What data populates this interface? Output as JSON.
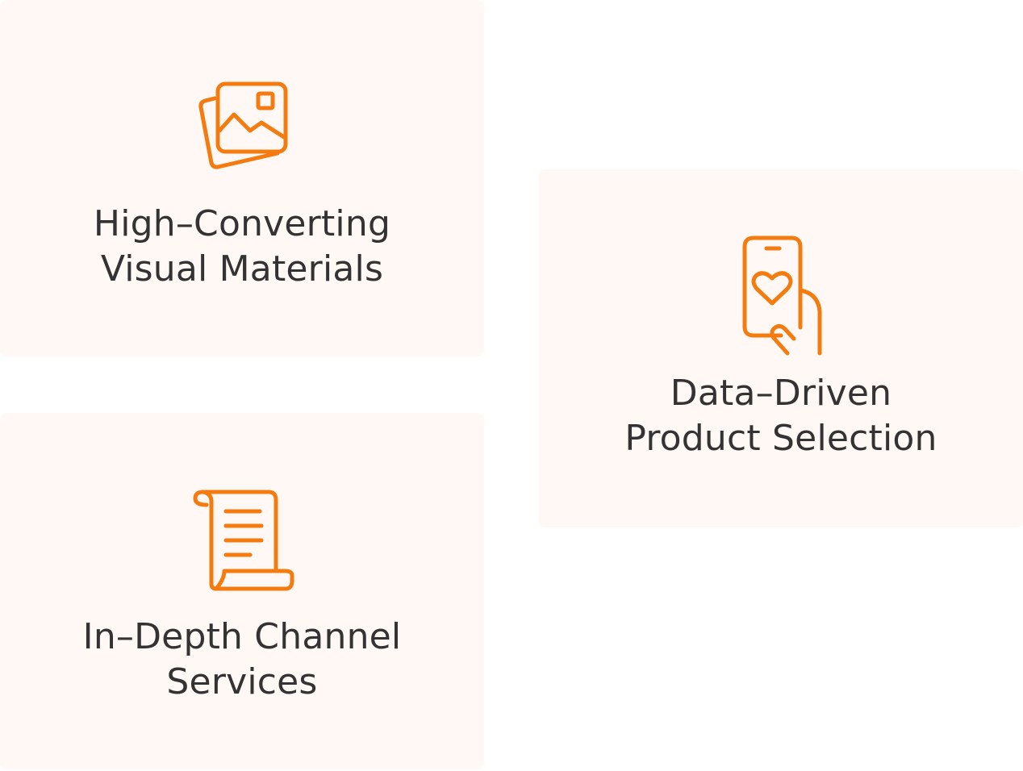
{
  "accent_color": "#f47b0f",
  "card_background": "#fff8f4",
  "cards": [
    {
      "icon": "image-gallery-icon",
      "title_line1": "High–Converting",
      "title_line2": "Visual Materials"
    },
    {
      "icon": "phone-heart-icon",
      "title_line1": "Data–Driven",
      "title_line2": "Product Selection"
    },
    {
      "icon": "scroll-document-icon",
      "title_line1": "In–Depth Channel",
      "title_line2": "Services"
    }
  ]
}
